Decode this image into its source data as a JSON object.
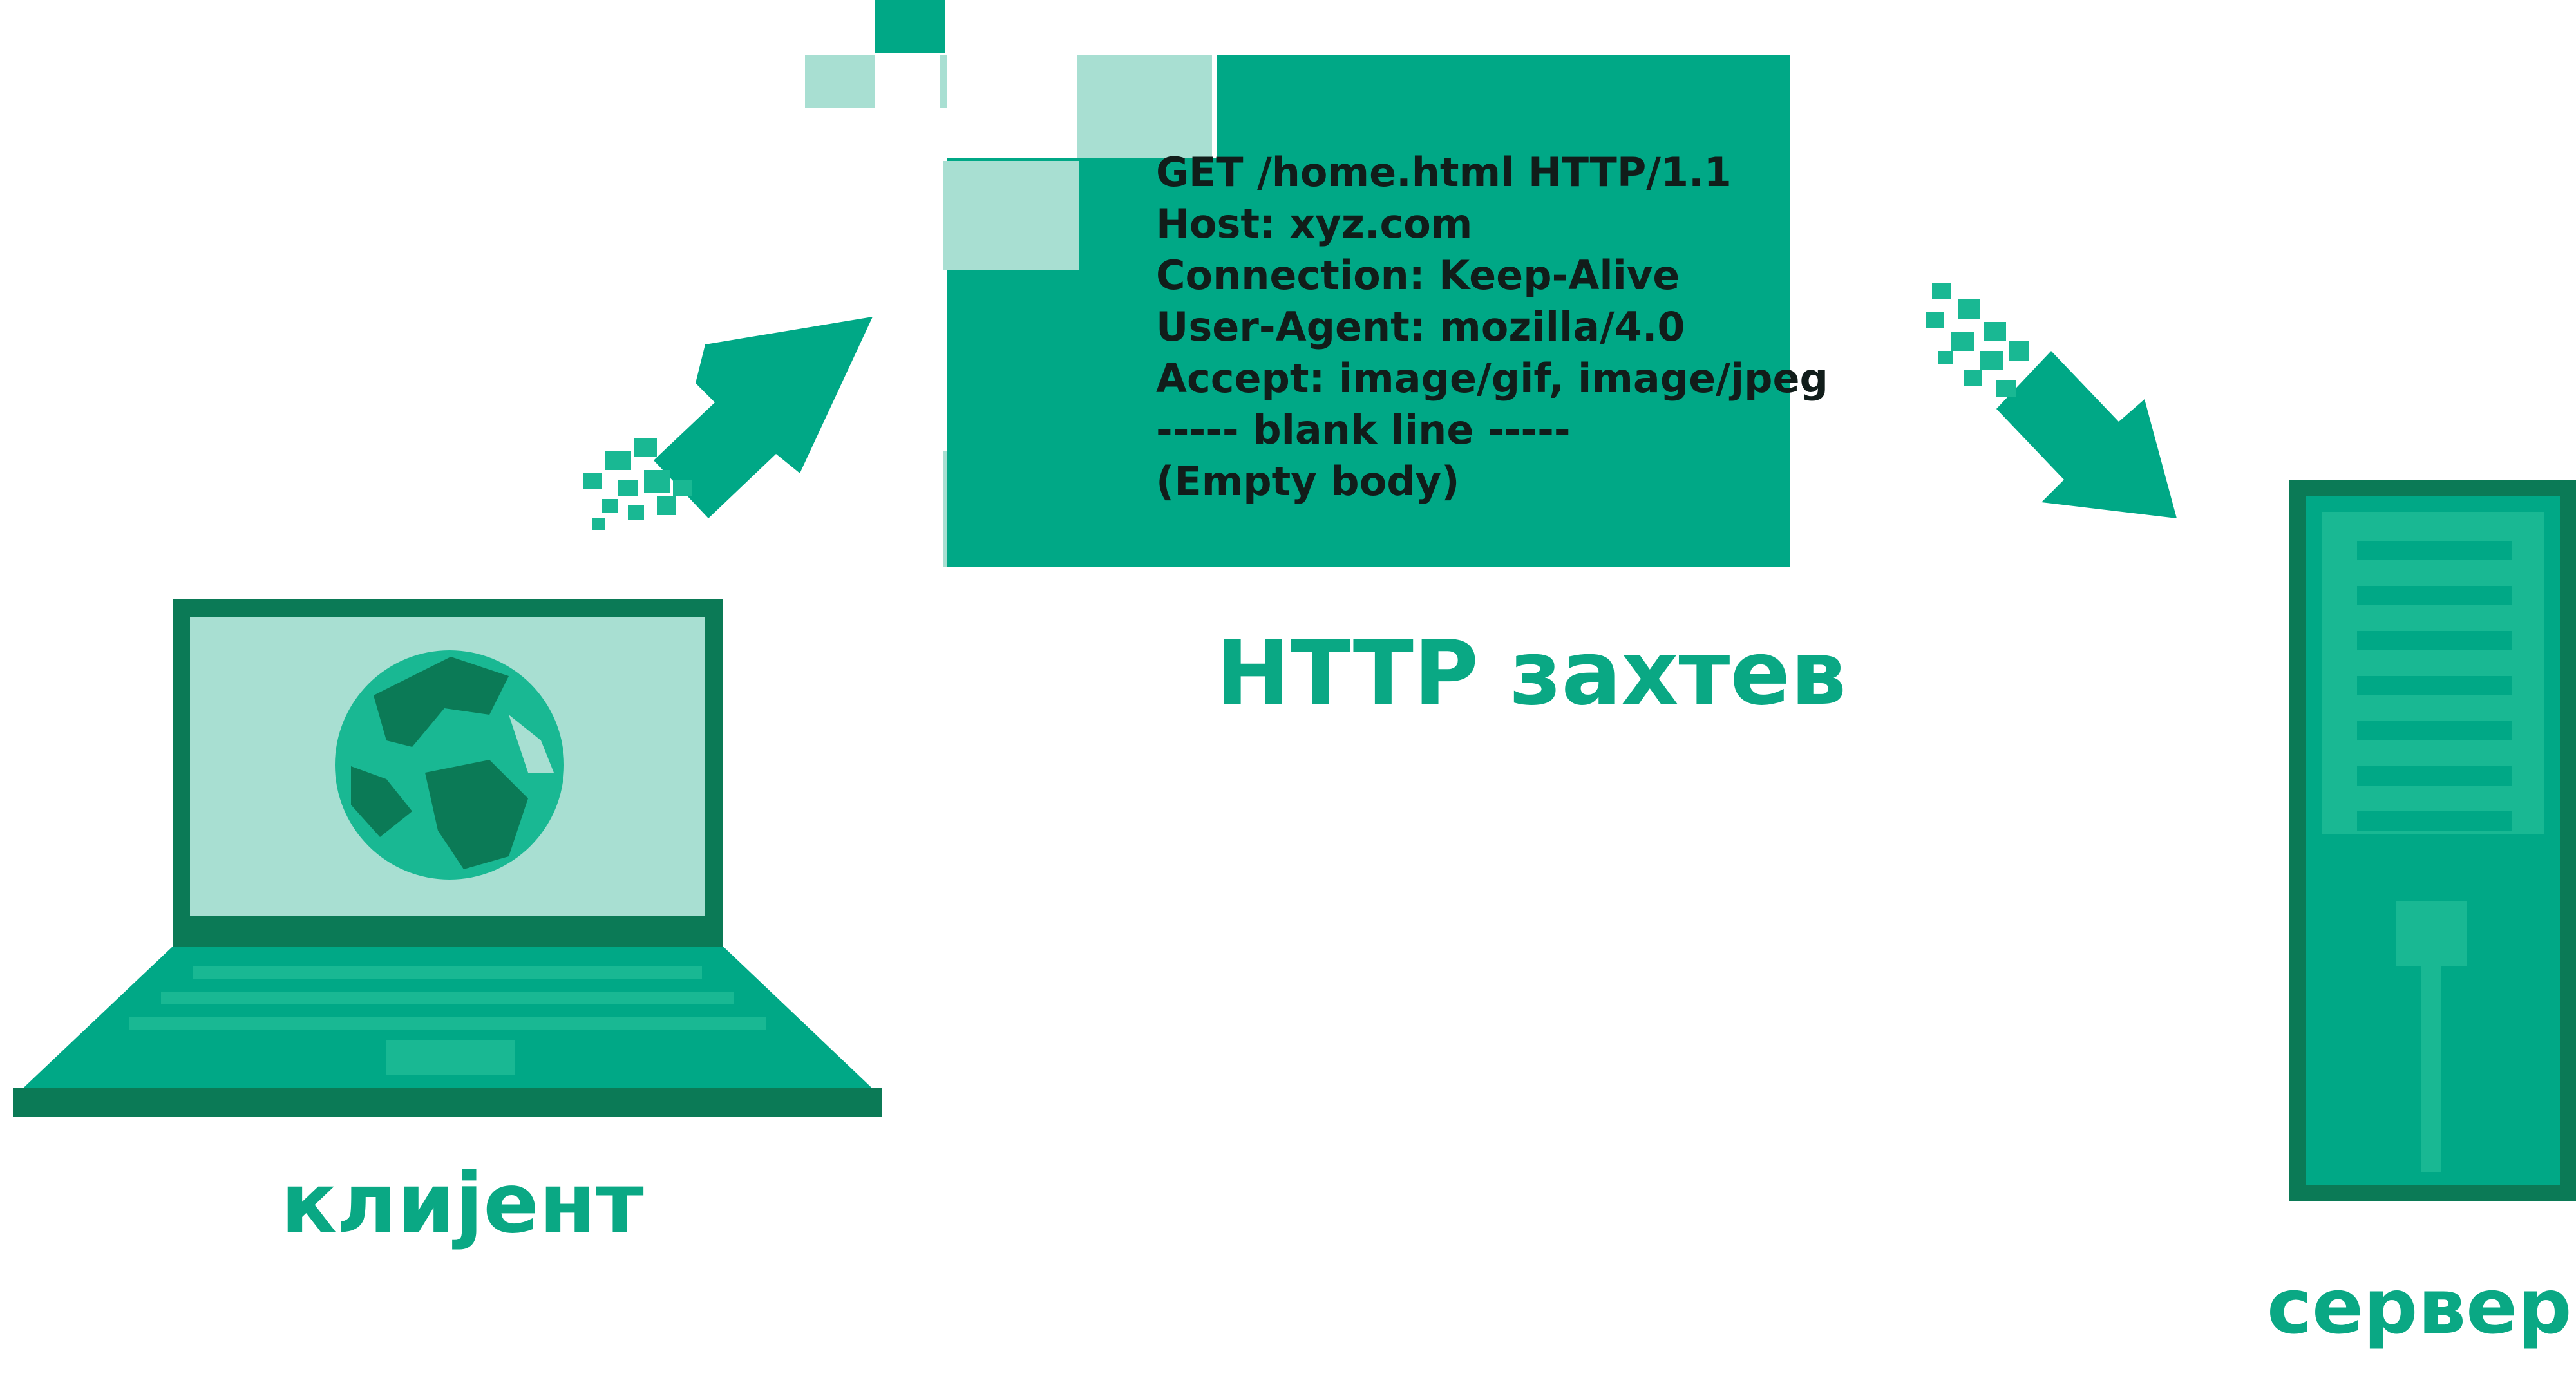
{
  "http_request": {
    "lines": [
      "GET /home.html HTTP/1.1",
      "Host: xyz.com",
      "Connection: Keep-Alive",
      "User-Agent: mozilla/4.0",
      "Accept: image/gif, image/jpeg",
      "----- blank line -----",
      "(Empty body)"
    ],
    "caption": "HTTP захтев"
  },
  "client": {
    "caption": "клијент",
    "icon": "laptop-globe-icon"
  },
  "server": {
    "caption": "сервер",
    "icon": "server-tower-icon"
  },
  "arrows": [
    "client-to-request-arrow",
    "request-to-server-arrow"
  ],
  "colors": {
    "primary": "#00a886",
    "light": "#a8dfd2",
    "mid": "#19b893",
    "dark": "#0b7a56",
    "text": "#111d1a"
  }
}
